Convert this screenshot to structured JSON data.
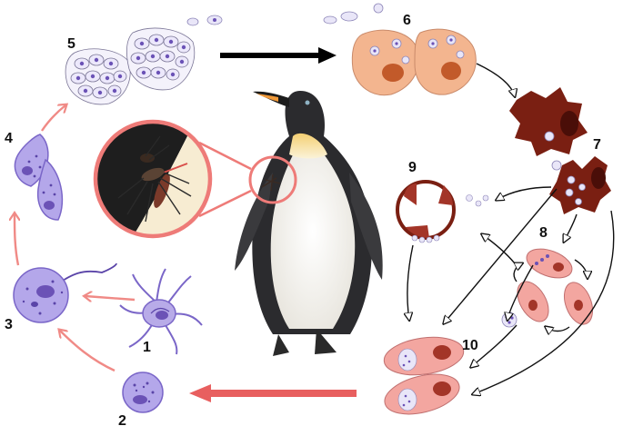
{
  "stages": [
    {
      "id": "stage-1",
      "label": "1"
    },
    {
      "id": "stage-2",
      "label": "2"
    },
    {
      "id": "stage-3",
      "label": "3"
    },
    {
      "id": "stage-4",
      "label": "4"
    },
    {
      "id": "stage-5",
      "label": "5"
    },
    {
      "id": "stage-6",
      "label": "6"
    },
    {
      "id": "stage-7",
      "label": "7"
    },
    {
      "id": "stage-8",
      "label": "8"
    },
    {
      "id": "stage-9",
      "label": "9"
    },
    {
      "id": "stage-10",
      "label": "10"
    }
  ],
  "colors": {
    "vector_arrow": "#f08a86",
    "host_arrow": "#111111",
    "thick_arrow_top": "#000000",
    "thick_arrow_bottom": "#e85f5f",
    "parasite_purple": "#a898e0",
    "tissue_cell_fill": "#f3b58f",
    "macrophage": "#7a1f12",
    "erythrocyte": "#f3a6a0",
    "inset_ring": "#ee7b78"
  },
  "icons": [
    "penguin",
    "mosquito",
    "magnifier-inset"
  ]
}
